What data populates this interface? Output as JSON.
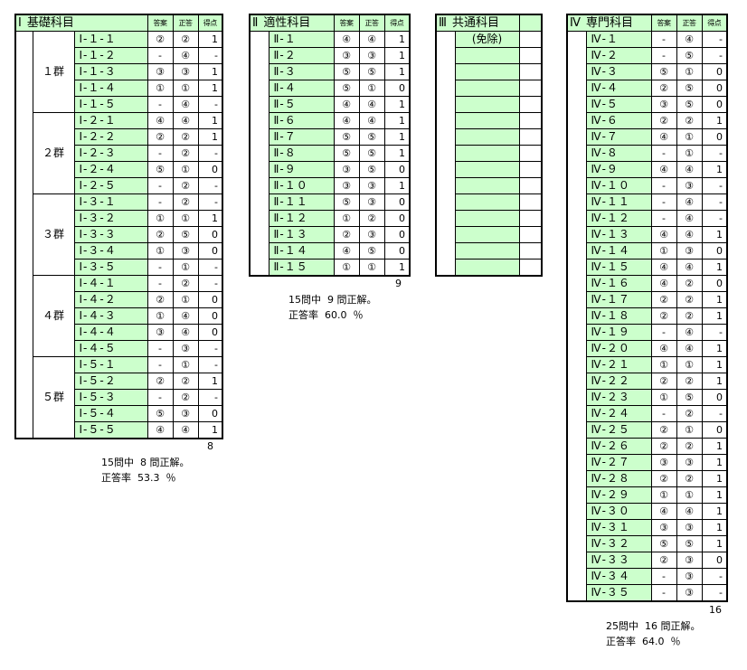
{
  "columns": {
    "answer": "答案",
    "correct": "正答",
    "score": "得点"
  },
  "s1": {
    "title": "基礎科目",
    "roman": "Ⅰ",
    "groups": [
      {
        "label": "１群",
        "rows": [
          {
            "no": "Ⅰ-１-１",
            "a": "②",
            "c": "②",
            "s": "1"
          },
          {
            "no": "Ⅰ-１-２",
            "a": "-",
            "c": "④",
            "s": "-"
          },
          {
            "no": "Ⅰ-１-３",
            "a": "③",
            "c": "③",
            "s": "1"
          },
          {
            "no": "Ⅰ-１-４",
            "a": "①",
            "c": "①",
            "s": "1"
          },
          {
            "no": "Ⅰ-１-５",
            "a": "-",
            "c": "④",
            "s": "-"
          }
        ]
      },
      {
        "label": "２群",
        "rows": [
          {
            "no": "Ⅰ-２-１",
            "a": "④",
            "c": "④",
            "s": "1"
          },
          {
            "no": "Ⅰ-２-２",
            "a": "②",
            "c": "②",
            "s": "1"
          },
          {
            "no": "Ⅰ-２-３",
            "a": "-",
            "c": "②",
            "s": "-"
          },
          {
            "no": "Ⅰ-２-４",
            "a": "⑤",
            "c": "①",
            "s": "0"
          },
          {
            "no": "Ⅰ-２-５",
            "a": "-",
            "c": "②",
            "s": "-"
          }
        ]
      },
      {
        "label": "３群",
        "rows": [
          {
            "no": "Ⅰ-３-１",
            "a": "-",
            "c": "②",
            "s": "-"
          },
          {
            "no": "Ⅰ-３-２",
            "a": "①",
            "c": "①",
            "s": "1"
          },
          {
            "no": "Ⅰ-３-３",
            "a": "②",
            "c": "⑤",
            "s": "0"
          },
          {
            "no": "Ⅰ-３-４",
            "a": "①",
            "c": "③",
            "s": "0"
          },
          {
            "no": "Ⅰ-３-５",
            "a": "-",
            "c": "①",
            "s": "-"
          }
        ]
      },
      {
        "label": "４群",
        "rows": [
          {
            "no": "Ⅰ-４-１",
            "a": "-",
            "c": "②",
            "s": "-"
          },
          {
            "no": "Ⅰ-４-２",
            "a": "②",
            "c": "①",
            "s": "0"
          },
          {
            "no": "Ⅰ-４-３",
            "a": "①",
            "c": "④",
            "s": "0"
          },
          {
            "no": "Ⅰ-４-４",
            "a": "③",
            "c": "④",
            "s": "0"
          },
          {
            "no": "Ⅰ-４-５",
            "a": "-",
            "c": "③",
            "s": "-"
          }
        ]
      },
      {
        "label": "５群",
        "rows": [
          {
            "no": "Ⅰ-５-１",
            "a": "-",
            "c": "①",
            "s": "-"
          },
          {
            "no": "Ⅰ-５-２",
            "a": "②",
            "c": "②",
            "s": "1"
          },
          {
            "no": "Ⅰ-５-３",
            "a": "-",
            "c": "②",
            "s": "-"
          },
          {
            "no": "Ⅰ-５-４",
            "a": "⑤",
            "c": "③",
            "s": "0"
          },
          {
            "no": "Ⅰ-５-５",
            "a": "④",
            "c": "④",
            "s": "1"
          }
        ]
      }
    ],
    "total": "8",
    "line1": "15問中  8 問正解。",
    "line2": "正答率  53.3  ％"
  },
  "s2": {
    "title": "適性科目",
    "roman": "Ⅱ",
    "rows": [
      {
        "no": "Ⅱ-１",
        "a": "④",
        "c": "④",
        "s": "1"
      },
      {
        "no": "Ⅱ-２",
        "a": "③",
        "c": "③",
        "s": "1"
      },
      {
        "no": "Ⅱ-３",
        "a": "⑤",
        "c": "⑤",
        "s": "1"
      },
      {
        "no": "Ⅱ-４",
        "a": "⑤",
        "c": "①",
        "s": "0"
      },
      {
        "no": "Ⅱ-５",
        "a": "④",
        "c": "④",
        "s": "1"
      },
      {
        "no": "Ⅱ-６",
        "a": "④",
        "c": "④",
        "s": "1"
      },
      {
        "no": "Ⅱ-７",
        "a": "⑤",
        "c": "⑤",
        "s": "1"
      },
      {
        "no": "Ⅱ-８",
        "a": "⑤",
        "c": "⑤",
        "s": "1"
      },
      {
        "no": "Ⅱ-９",
        "a": "③",
        "c": "⑤",
        "s": "0"
      },
      {
        "no": "Ⅱ-１０",
        "a": "③",
        "c": "③",
        "s": "1"
      },
      {
        "no": "Ⅱ-１１",
        "a": "⑤",
        "c": "③",
        "s": "0"
      },
      {
        "no": "Ⅱ-１２",
        "a": "①",
        "c": "②",
        "s": "0"
      },
      {
        "no": "Ⅱ-１３",
        "a": "②",
        "c": "③",
        "s": "0"
      },
      {
        "no": "Ⅱ-１４",
        "a": "④",
        "c": "⑤",
        "s": "0"
      },
      {
        "no": "Ⅱ-１５",
        "a": "①",
        "c": "①",
        "s": "1"
      }
    ],
    "total": "9",
    "line1": "15問中  9 問正解。",
    "line2": "正答率  60.0  ％"
  },
  "s3": {
    "title": "共通科目",
    "roman": "Ⅲ",
    "note": "(免除)"
  },
  "s4": {
    "title": "専門科目",
    "roman": "Ⅳ",
    "rows": [
      {
        "no": "Ⅳ-１",
        "a": "-",
        "c": "④",
        "s": "-"
      },
      {
        "no": "Ⅳ-２",
        "a": "-",
        "c": "⑤",
        "s": "-"
      },
      {
        "no": "Ⅳ-３",
        "a": "⑤",
        "c": "①",
        "s": "0"
      },
      {
        "no": "Ⅳ-４",
        "a": "②",
        "c": "⑤",
        "s": "0"
      },
      {
        "no": "Ⅳ-５",
        "a": "③",
        "c": "⑤",
        "s": "0"
      },
      {
        "no": "Ⅳ-６",
        "a": "②",
        "c": "②",
        "s": "1"
      },
      {
        "no": "Ⅳ-７",
        "a": "④",
        "c": "①",
        "s": "0"
      },
      {
        "no": "Ⅳ-８",
        "a": "-",
        "c": "①",
        "s": "-"
      },
      {
        "no": "Ⅳ-９",
        "a": "④",
        "c": "④",
        "s": "1"
      },
      {
        "no": "Ⅳ-１０",
        "a": "-",
        "c": "③",
        "s": "-"
      },
      {
        "no": "Ⅳ-１１",
        "a": "-",
        "c": "④",
        "s": "-"
      },
      {
        "no": "Ⅳ-１２",
        "a": "-",
        "c": "④",
        "s": "-"
      },
      {
        "no": "Ⅳ-１３",
        "a": "④",
        "c": "④",
        "s": "1"
      },
      {
        "no": "Ⅳ-１４",
        "a": "①",
        "c": "③",
        "s": "0"
      },
      {
        "no": "Ⅳ-１５",
        "a": "④",
        "c": "④",
        "s": "1"
      },
      {
        "no": "Ⅳ-１６",
        "a": "④",
        "c": "②",
        "s": "0"
      },
      {
        "no": "Ⅳ-１７",
        "a": "②",
        "c": "②",
        "s": "1"
      },
      {
        "no": "Ⅳ-１８",
        "a": "②",
        "c": "②",
        "s": "1"
      },
      {
        "no": "Ⅳ-１９",
        "a": "-",
        "c": "④",
        "s": "-"
      },
      {
        "no": "Ⅳ-２０",
        "a": "④",
        "c": "④",
        "s": "1"
      },
      {
        "no": "Ⅳ-２１",
        "a": "①",
        "c": "①",
        "s": "1"
      },
      {
        "no": "Ⅳ-２２",
        "a": "②",
        "c": "②",
        "s": "1"
      },
      {
        "no": "Ⅳ-２３",
        "a": "①",
        "c": "⑤",
        "s": "0"
      },
      {
        "no": "Ⅳ-２４",
        "a": "-",
        "c": "②",
        "s": "-"
      },
      {
        "no": "Ⅳ-２５",
        "a": "②",
        "c": "①",
        "s": "0"
      },
      {
        "no": "Ⅳ-２６",
        "a": "②",
        "c": "②",
        "s": "1"
      },
      {
        "no": "Ⅳ-２７",
        "a": "③",
        "c": "③",
        "s": "1"
      },
      {
        "no": "Ⅳ-２８",
        "a": "②",
        "c": "②",
        "s": "1"
      },
      {
        "no": "Ⅳ-２９",
        "a": "①",
        "c": "①",
        "s": "1"
      },
      {
        "no": "Ⅳ-３０",
        "a": "④",
        "c": "④",
        "s": "1"
      },
      {
        "no": "Ⅳ-３１",
        "a": "③",
        "c": "③",
        "s": "1"
      },
      {
        "no": "Ⅳ-３２",
        "a": "⑤",
        "c": "⑤",
        "s": "1"
      },
      {
        "no": "Ⅳ-３３",
        "a": "②",
        "c": "③",
        "s": "0"
      },
      {
        "no": "Ⅳ-３４",
        "a": "-",
        "c": "③",
        "s": "-"
      },
      {
        "no": "Ⅳ-３５",
        "a": "-",
        "c": "③",
        "s": "-"
      }
    ],
    "total": "16",
    "line1": "25問中  16 問正解。",
    "line2": "正答率  64.0  ％"
  }
}
